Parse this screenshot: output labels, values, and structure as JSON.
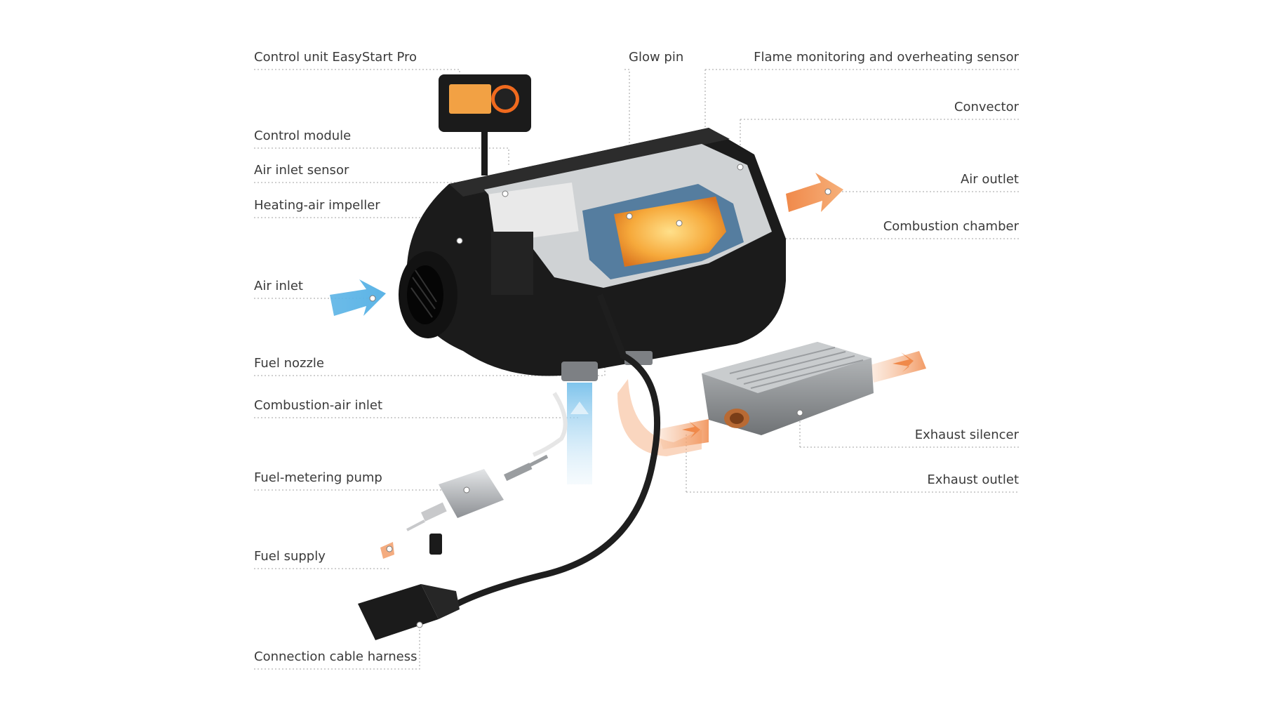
{
  "labels": {
    "control_unit": "Control unit EasyStart Pro",
    "control_module": "Control module",
    "air_inlet_sensor": "Air inlet sensor",
    "heating_air_impeller": "Heating-air impeller",
    "air_inlet": "Air inlet",
    "fuel_nozzle": "Fuel nozzle",
    "combustion_air_inlet": "Combustion-air inlet",
    "fuel_metering_pump": "Fuel-metering pump",
    "fuel_supply": "Fuel supply",
    "connection_cable_harness": "Connection cable harness",
    "glow_pin": "Glow pin",
    "flame_sensor": "Flame monitoring and overheating sensor",
    "convector": "Convector",
    "air_outlet": "Air outlet",
    "combustion_chamber": "Combustion chamber",
    "exhaust_silencer": "Exhaust silencer",
    "exhaust_outlet": "Exhaust outlet"
  },
  "colors": {
    "label_text": "#3a3a3a",
    "leader_line": "#b4b4b4",
    "air_arrow": "#5cb4e6",
    "warm_arrow": "#f0894a",
    "heater_body": "#1b1b1b",
    "flame": "#f6a93b"
  }
}
